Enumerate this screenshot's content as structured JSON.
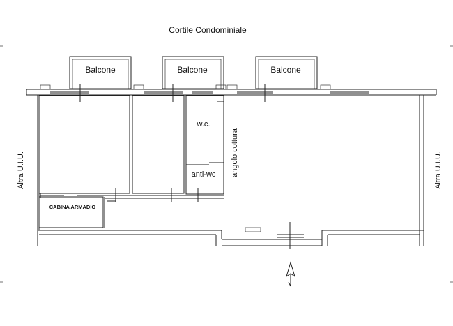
{
  "plan": {
    "courtyard_label": "Cortile Condominiale",
    "balconies": [
      "Balcone",
      "Balcone",
      "Balcone"
    ],
    "neighbor_left": "Altra U.I.U.",
    "neighbor_right": "Altra U.I.U.",
    "rooms": {
      "wc": "w.c.",
      "anti_wc": "anti-wc",
      "kitchen_corner": "angolo cottura",
      "closet": "CABINA ARMADIO"
    },
    "north_arrow_icon": "north-arrow-icon"
  }
}
